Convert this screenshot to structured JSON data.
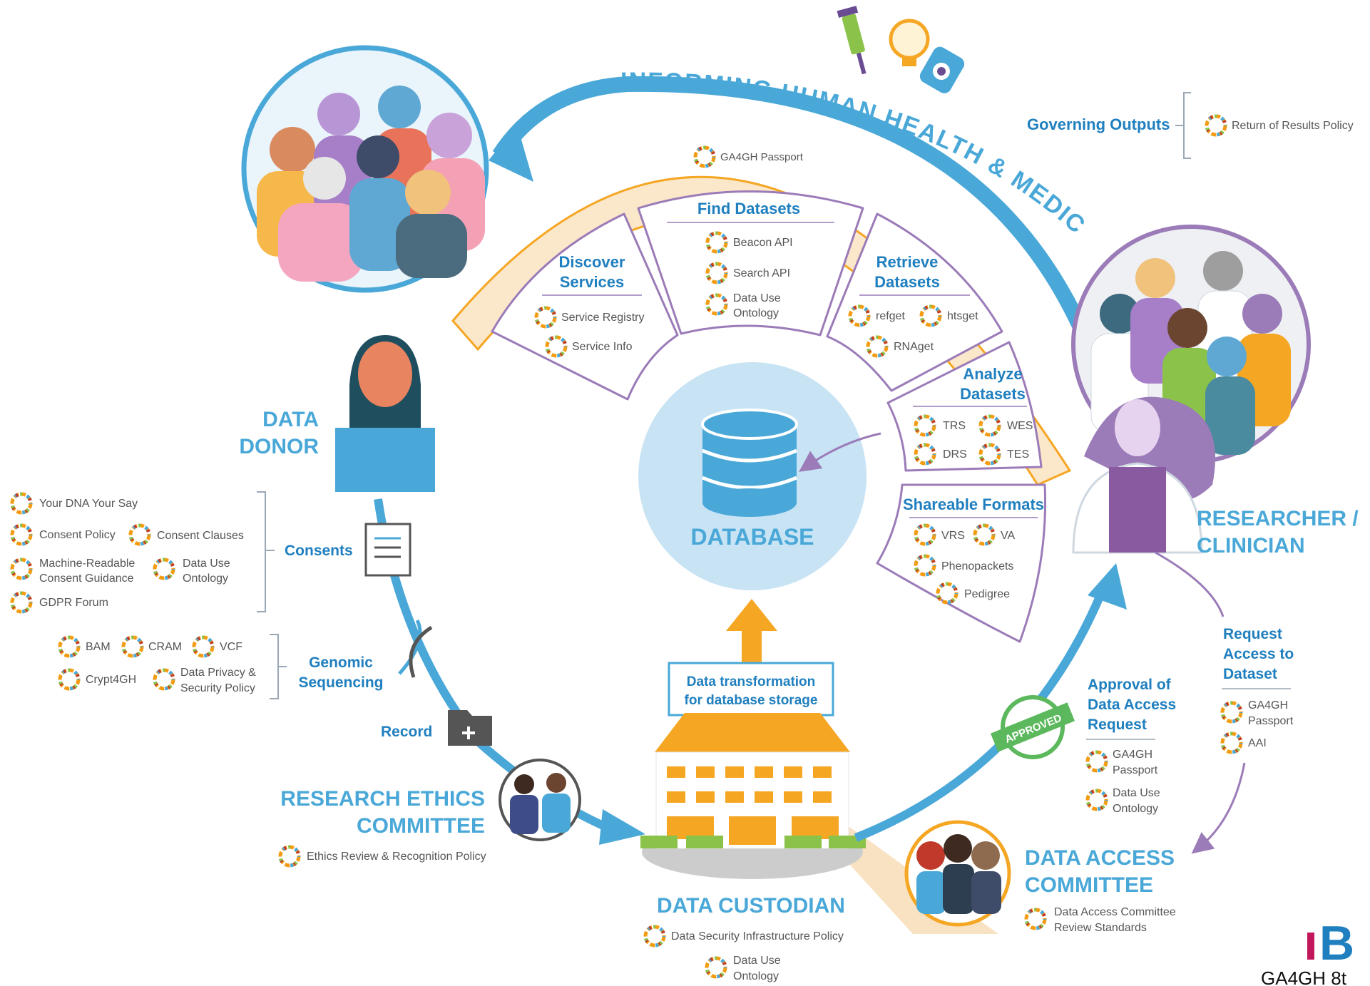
{
  "colors": {
    "blue": "#4aa8d8",
    "dark_blue": "#1f7fbf",
    "purple": "#9b7bb8",
    "orange": "#f5a623",
    "light_blue": "#c8e3f4",
    "green": "#5cb85c",
    "magenta": "#c0185b"
  },
  "arc_title": "INFORMING HUMAN HEALTH & MEDICINE",
  "governing": {
    "label": "Governing Outputs",
    "items": [
      "Return of Results Policy"
    ]
  },
  "passport_band": "GA4GH Passport",
  "sections": {
    "discover": {
      "title": [
        "Discover",
        "Services"
      ],
      "items": [
        "Service Registry",
        "Service Info"
      ]
    },
    "find": {
      "title": [
        "Find Datasets"
      ],
      "items": [
        "Beacon API",
        "Search API",
        "Data Use",
        "Ontology"
      ]
    },
    "retrieve": {
      "title": [
        "Retrieve",
        "Datasets"
      ],
      "items": [
        "refget",
        "htsget",
        "RNAget"
      ]
    },
    "analyze": {
      "title": [
        "Analyze",
        "Datasets"
      ],
      "items": [
        "TRS",
        "WES",
        "DRS",
        "TES"
      ]
    },
    "shareable": {
      "title": [
        "Shareable Formats"
      ],
      "items": [
        "VRS",
        "VA",
        "Phenopackets",
        "Pedigree"
      ]
    }
  },
  "database": "DATABASE",
  "transform": [
    "Data transformation",
    "for database storage"
  ],
  "donor": [
    "DATA",
    "DONOR"
  ],
  "consents": {
    "label": "Consents",
    "items": [
      "Your DNA Your Say",
      "Consent Policy",
      "Consent Clauses",
      "Machine-Readable",
      "Consent Guidance",
      "Data Use",
      "Ontology",
      "GDPR Forum"
    ]
  },
  "genomic": {
    "label": [
      "Genomic",
      "Sequencing"
    ],
    "items": [
      "BAM",
      "CRAM",
      "VCF",
      "Crypt4GH",
      "Data Privacy &",
      "Security Policy"
    ]
  },
  "record": "Record",
  "ethics": {
    "title": [
      "RESEARCH ETHICS",
      "COMMITTEE"
    ],
    "items": [
      "Ethics Review & Recognition Policy"
    ]
  },
  "custodian": {
    "title": "DATA CUSTODIAN",
    "items": [
      "Data Security Infrastructure Policy",
      "Data Use",
      "Ontology"
    ]
  },
  "researcher": [
    "RESEARCHER /",
    "CLINICIAN"
  ],
  "request": {
    "title": [
      "Request",
      "Access to",
      "Dataset"
    ],
    "items": [
      "GA4GH",
      "Passport",
      "AAI"
    ]
  },
  "approval": {
    "title": [
      "Approval of",
      "Data Access",
      "Request"
    ],
    "items": [
      "GA4GH",
      "Passport",
      "Data Use",
      "Ontology"
    ]
  },
  "approved": "APPROVED",
  "dac": {
    "title": [
      "DATA ACCESS",
      "COMMITTEE"
    ],
    "items": [
      "Data Access Committee",
      "Review Standards"
    ]
  },
  "brand": {
    "logo": "B",
    "caption": "GA4GH 8t"
  }
}
